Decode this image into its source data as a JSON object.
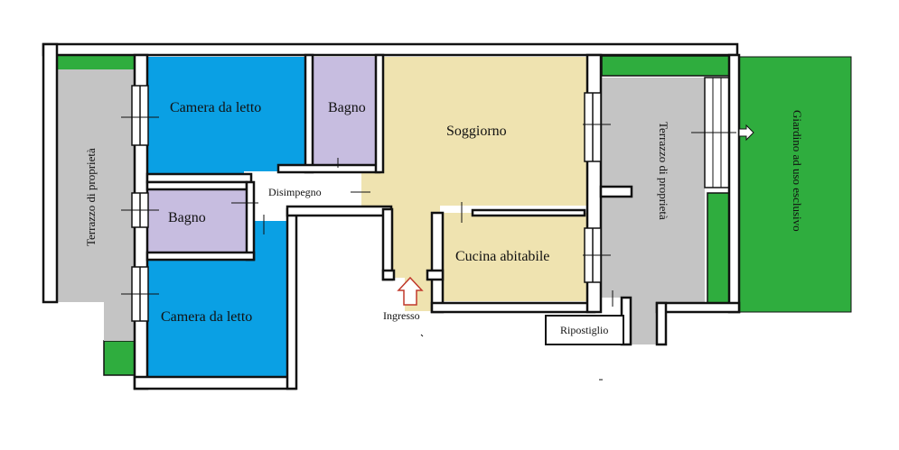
{
  "rooms": {
    "camera1": "Camera da letto",
    "bagno1": "Bagno",
    "soggiorno": "Soggiorno",
    "disimpegno": "Disimpegno",
    "bagno2": "Bagno",
    "camera2": "Camera da letto",
    "cucina": "Cucina abitabile",
    "terrazzo_left": "Terrazzo di proprietà",
    "terrazzo_right": "Terrazzo di proprietà",
    "giardino": "Giardino ad uso esclusivo",
    "ripostiglio": "Ripostiglio",
    "ingresso": "Ingresso"
  },
  "colors": {
    "bedroom": "#0aa0e4",
    "bathroom": "#c7bde0",
    "living": "#efe3b0",
    "terrace": "#c4c4c4",
    "garden": "#2fad3e",
    "wall": "#111111",
    "wall_fill": "#ffffff",
    "arrow": "#c0392b"
  }
}
